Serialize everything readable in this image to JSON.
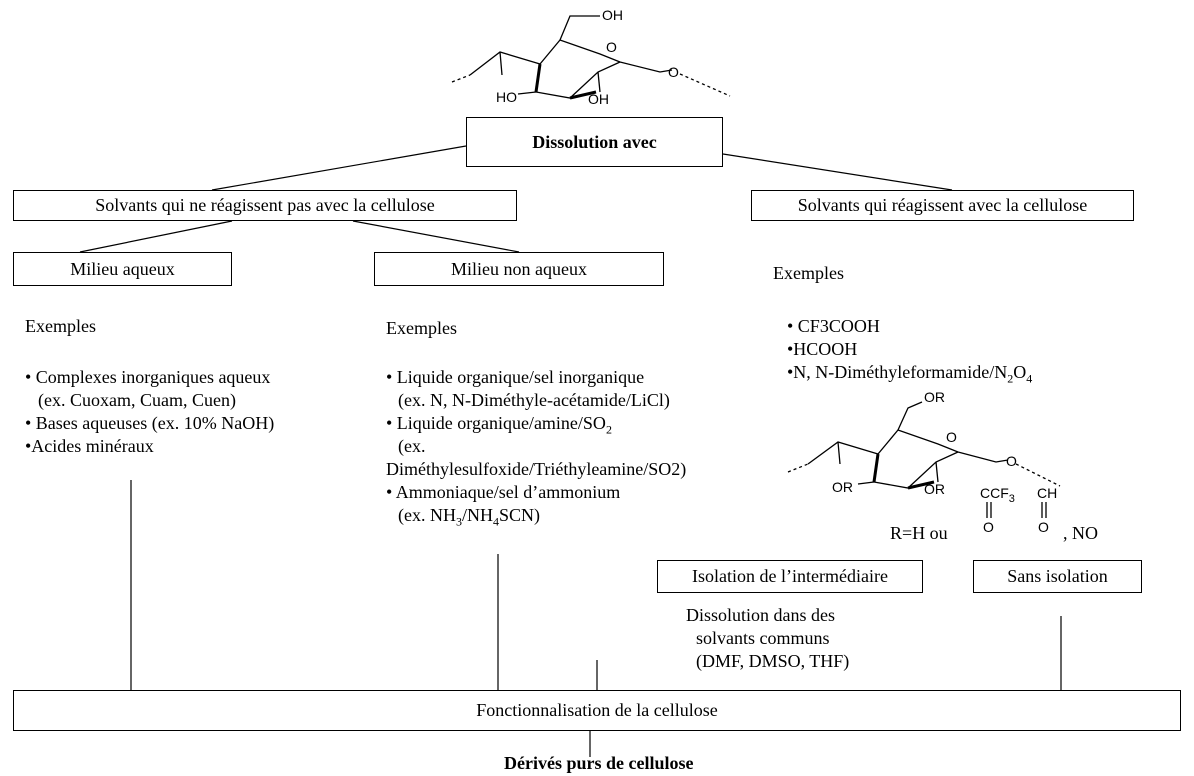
{
  "title_box": "Dissolution avec",
  "branch_left": "Solvants qui ne réagissent pas avec la cellulose",
  "branch_right": "Solvants qui réagissent avec la cellulose",
  "aqueous": {
    "title": "Milieu aqueux",
    "examples_label": "Exemples",
    "items": [
      "• Complexes inorganiques aqueux",
      "(ex. Cuoxam, Cuam, Cuen)",
      "• Bases aqueuses (ex. 10% NaOH)",
      "•Acides minéraux"
    ]
  },
  "non_aqueous": {
    "title": "Milieu non aqueux",
    "examples_label": "Exemples",
    "items": [
      "• Liquide organique/sel inorganique",
      "(ex. N, N-Diméthyle-acétamide/LiCl)",
      "• Liquide organique/amine/SO",
      "(ex.",
      "Diméthylesulfoxide/Triéthyleamine/SO2)",
      "• Ammoniaque/sel d’ammonium",
      "(ex. NH",
      "/NH",
      "SCN)"
    ]
  },
  "reactive": {
    "examples_label": "Exemples",
    "items": [
      "• CF3COOH",
      "•HCOOH",
      "•N, N-Diméthyleformamide/N",
      "O"
    ],
    "r_groups": "R=H ou",
    "r_tail": ", NO",
    "isolation_box": "Isolation de l’intermédiaire",
    "no_isolation_box": "Sans isolation",
    "dissolution_note": [
      "Dissolution dans des",
      "solvants communs",
      "(DMF, DMSO, THF)"
    ]
  },
  "functionalization": "Fonctionnalisation de la cellulose",
  "result": "Dérivés purs de cellulose",
  "molecule_labels": {
    "top_oh1": "OH",
    "top_ring_o": "O",
    "top_ho": "HO",
    "top_oh2": "OH",
    "top_o": "O",
    "bot_or1": "OR",
    "bot_ring_o": "O",
    "bot_or2": "OR",
    "bot_or3": "OR",
    "bot_o": "O",
    "cf3": "CCF",
    "cf3_sub": "3",
    "carbonyl_o1": "O",
    "ch": "CH",
    "carbonyl_o2": "O"
  },
  "sub_2": "2",
  "sub_3": "3",
  "sub_4": "4"
}
